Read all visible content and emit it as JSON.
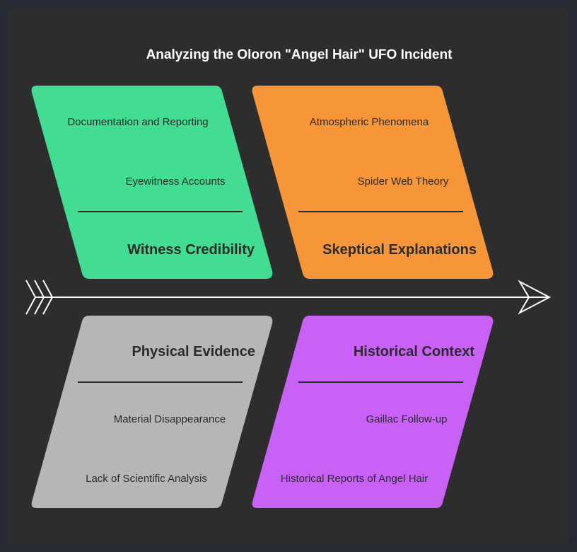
{
  "title": "Analyzing the Oloron \"Angel Hair\" UFO Incident",
  "colors": {
    "background": "#2d2d2d",
    "outer": "#262a33",
    "spine": "#ffffff",
    "text": "#2b2b2b"
  },
  "categories": [
    {
      "name": "Witness Credibility",
      "color": "#42dd92",
      "causes": [
        "Documentation and Reporting",
        "Eyewitness Accounts"
      ]
    },
    {
      "name": "Skeptical Explanations",
      "color": "#f79639",
      "causes": [
        "Atmospheric Phenomena",
        "Spider Web Theory"
      ]
    },
    {
      "name": "Physical Evidence",
      "color": "#b6b6b6",
      "causes": [
        "Material Disappearance",
        "Lack of Scientific Analysis"
      ]
    },
    {
      "name": "Historical Context",
      "color": "#c961f7",
      "causes": [
        "Gaillac Follow-up",
        "Historical Reports of Angel Hair"
      ]
    }
  ]
}
